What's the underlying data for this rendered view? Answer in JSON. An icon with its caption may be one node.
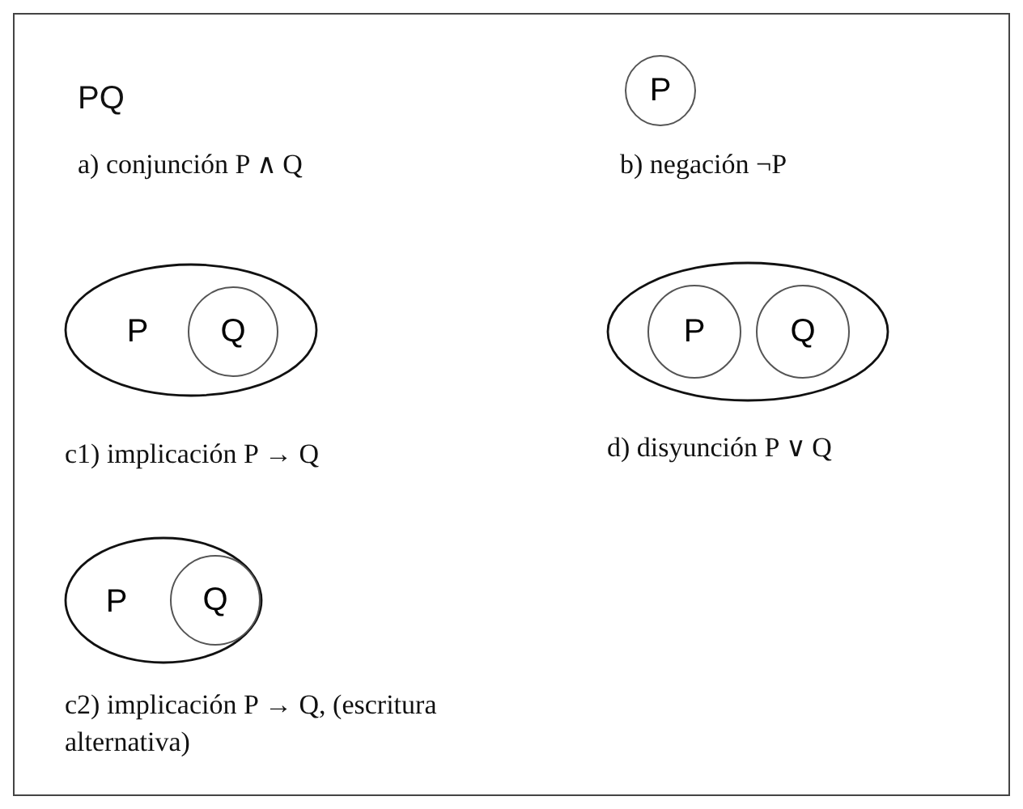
{
  "diagram": {
    "nodes": [
      {
        "text": [
          "P"
        ]
      },
      {
        "text": [
          "P"
        ]
      },
      {
        "text": [
          "Q"
        ],
        "in": 1
      },
      {
        "text": [],
        "shape": "ellipse"
      },
      {
        "text": [
          "P"
        ],
        "in": 3
      },
      {
        "text": [
          "Q"
        ],
        "in": 3
      },
      {
        "text": [
          "P"
        ]
      },
      {
        "text": [
          "Q"
        ],
        "in": 6
      }
    ],
    "labels": [
      "PQ",
      "a) conjunción P ∧ Q",
      "b) negación ¬P",
      "c1) implicación P → Q",
      "d) disyunción P ∨ Q",
      "c2) implicación P → Q, (escritura alternativa)"
    ]
  }
}
